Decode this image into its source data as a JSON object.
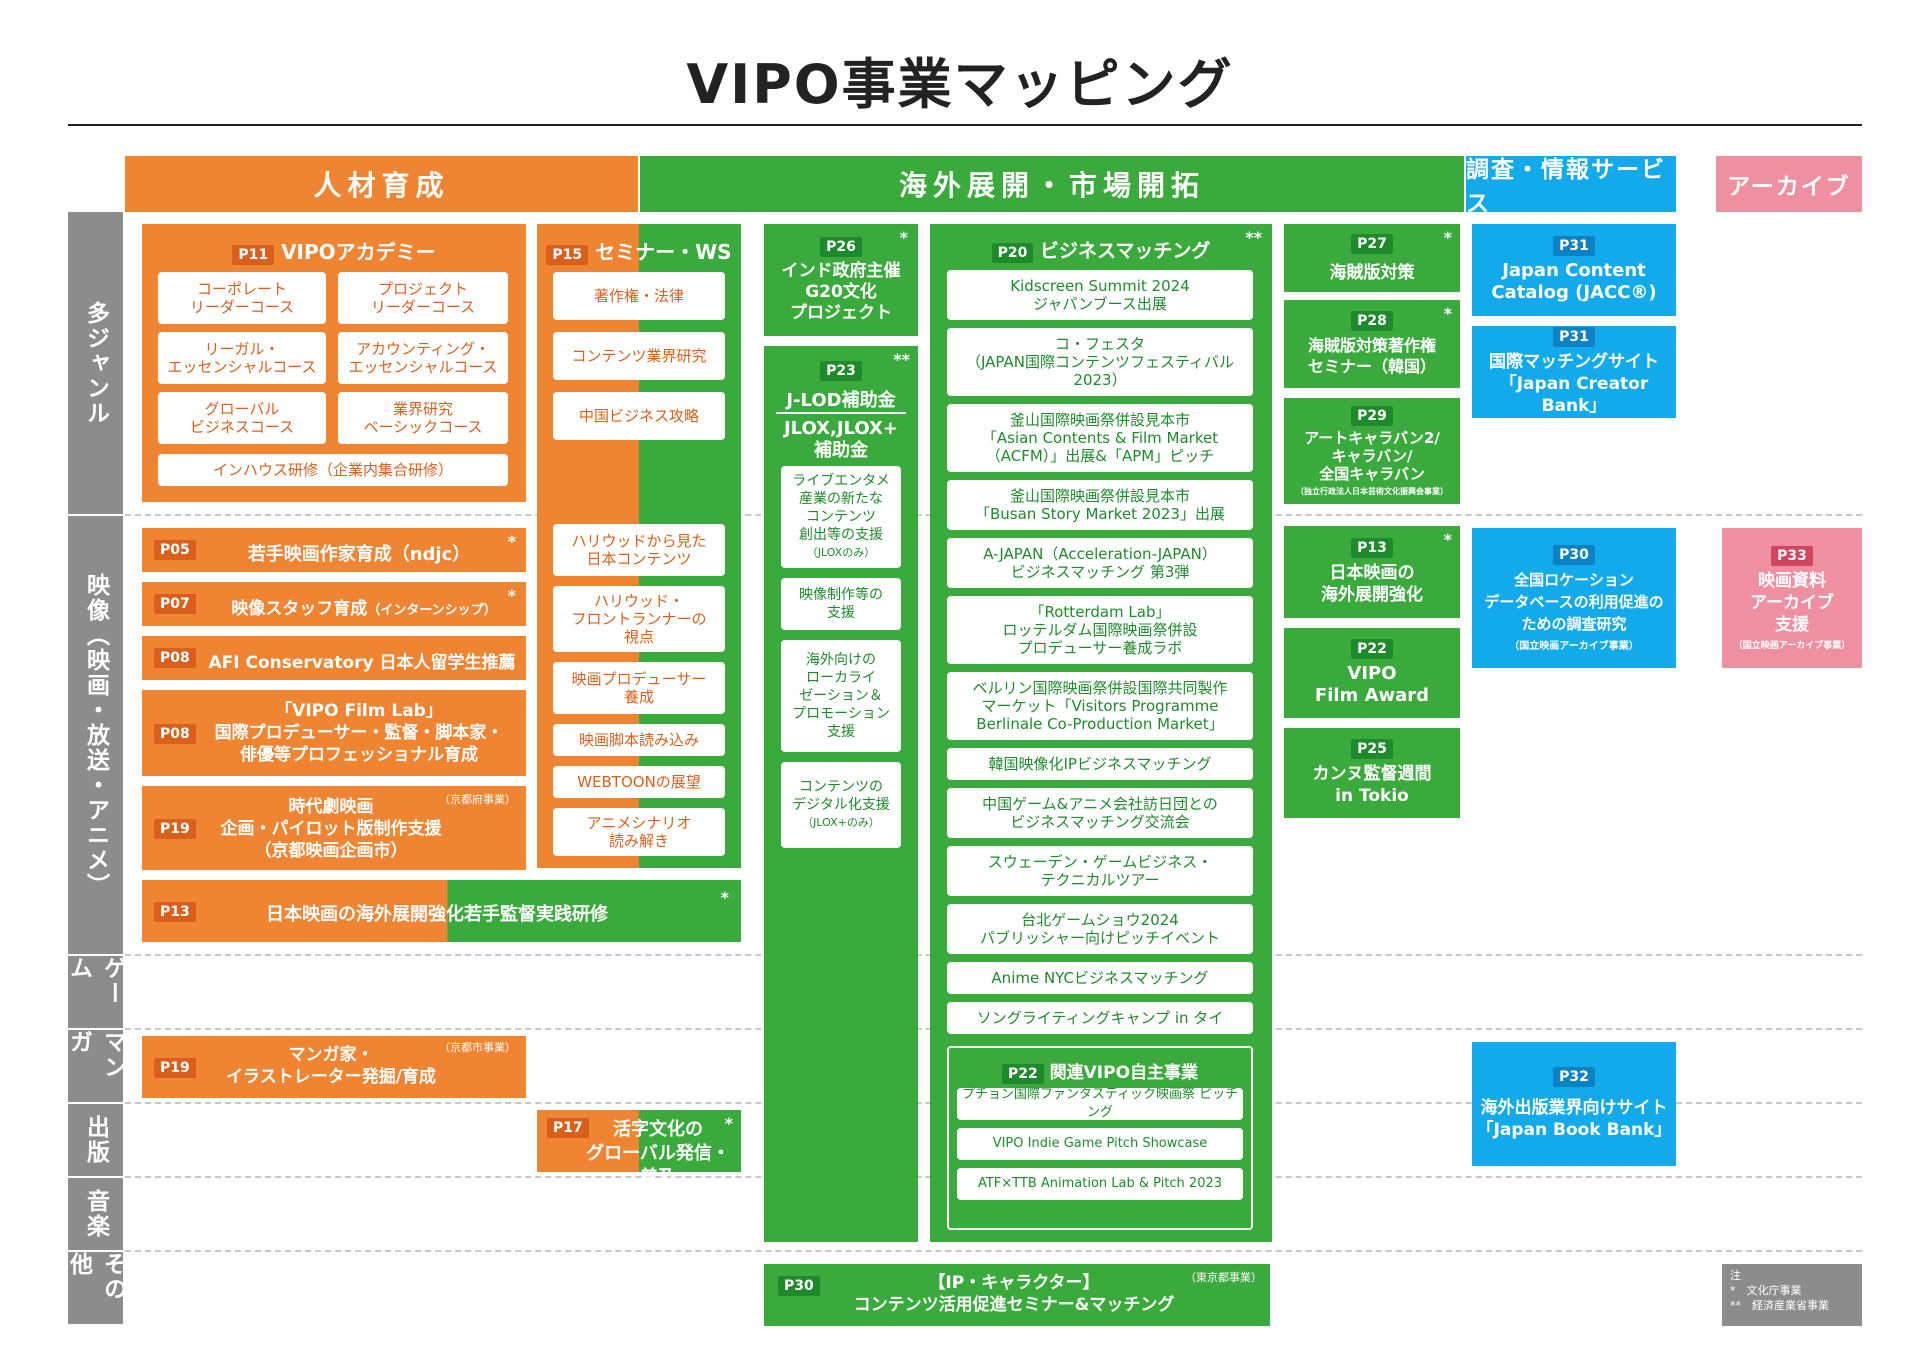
{
  "title": "VIPO事業マッピング",
  "headers": {
    "jinzai": "人材育成",
    "kaigai": "海外展開・市場開拓",
    "chosa": "調査・情報サービス",
    "archive": "アーカイブ"
  },
  "rows": {
    "multi": "多ジャンル",
    "eizo": "映像（映画・放送・アニメ）",
    "game": "ゲーム",
    "manga": "マンガ",
    "shuppan": "出版",
    "ongaku": "音楽",
    "sonota": "その他"
  },
  "academy": {
    "tag": "P11",
    "title": "VIPOアカデミー",
    "courses": [
      "コーポレート\nリーダーコース",
      "プロジェクト\nリーダーコース",
      "リーガル・\nエッセンシャルコース",
      "アカウンティング・\nエッセンシャルコース",
      "グローバル\nビジネスコース",
      "業界研究\nベーシックコース"
    ],
    "inhouse": "インハウス研修（企業内集合研修）"
  },
  "seminar": {
    "tag": "P15",
    "title": "セミナー・WS",
    "items": [
      "著作権・法律",
      "コンテンツ業界研究",
      "中国ビジネス攻略",
      "ハリウッドから見た\n日本コンテンツ",
      "ハリウッド・\nフロントランナーの\n視点",
      "映画プロデューサー\n養成",
      "映画脚本読み込み",
      "WEBTOONの展望",
      "アニメシナリオ\n読み解き"
    ]
  },
  "eizo_jinzai": [
    {
      "tag": "P05",
      "label": "若手映画作家育成（ndjc）",
      "star": "*"
    },
    {
      "tag": "P07",
      "label": "映像スタッフ育成",
      "small": "（インターンシップ）",
      "star": "*"
    },
    {
      "tag": "P08",
      "label": "AFI Conservatory 日本人留学生推薦"
    },
    {
      "tag": "P08",
      "label": "「VIPO Film Lab」\n国際プロデューサー・監督・脚本家・\n俳優等プロフェッショナル育成"
    },
    {
      "tag": "P19",
      "label": "時代劇映画\n企画・パイロット版制作支援\n（京都映画企画市）",
      "note": "（京都府事業）"
    }
  ],
  "p13_long": {
    "tag": "P13",
    "label": "日本映画の海外展開強化若手監督実践研修",
    "star": "*"
  },
  "manga_p19": {
    "tag": "P19",
    "label": "マンガ家・\nイラストレーター発掘/育成",
    "note": "（京都市事業）"
  },
  "p17": {
    "tag": "P17",
    "label": "活字文化の\nグローバル発信・普及",
    "star": "*"
  },
  "p26": {
    "tag": "P26",
    "label": "インド政府主催\nG20文化\nプロジェクト",
    "star": "*"
  },
  "p23": {
    "tag": "P23",
    "star": "**",
    "title1": "J-LOD補助金",
    "title2": "JLOX,JLOX+\n補助金",
    "items": [
      {
        "label": "ライブエンタメ\n産業の新たな\nコンテンツ\n創出等の支援",
        "small": "（JLOXのみ）"
      },
      {
        "label": "映像制作等の\n支援"
      },
      {
        "label": "海外向けの\nローカライ\nゼーション＆\nプロモーション\n支援"
      },
      {
        "label": "コンテンツの\nデジタル化支援",
        "small": "（JLOX+のみ）"
      }
    ]
  },
  "p20": {
    "tag": "P20",
    "title": "ビジネスマッチング",
    "star": "**",
    "items": [
      "Kidscreen Summit 2024\nジャパンブース出展",
      "コ・フェスタ\n（JAPAN国際コンテンツフェスティバル\n2023）",
      "釜山国際映画祭併設見本市\n「Asian Contents & Film Market\n（ACFM）」出展&「APM」ピッチ",
      "釜山国際映画祭併設見本市\n「Busan Story Market 2023」出展",
      "A-JAPAN（Acceleration-JAPAN）\nビジネスマッチング 第3弾",
      "「Rotterdam Lab」\nロッテルダム国際映画祭併設\nプロデューサー養成ラボ",
      "ベルリン国際映画祭併設国際共同製作\nマーケット「Visitors Programme\nBerlinale Co-Production Market」",
      "韓国映像化IPビジネスマッチング",
      "中国ゲーム&アニメ会社訪日団との\nビジネスマッチング交流会",
      "スウェーデン・ゲームビジネス・\nテクニカルツアー",
      "台北ゲームショウ2024\nパブリッシャー向けピッチイベント",
      "Anime NYCビジネスマッチング",
      "ソングライティングキャンプ in タイ"
    ]
  },
  "p22_self": {
    "tag": "P22",
    "title": "関連VIPO自主事業",
    "items": [
      "プチョン国際ファンタスティック映画祭 ピッチング",
      "VIPO Indie Game Pitch Showcase",
      "ATF×TTB Animation Lab & Pitch 2023"
    ]
  },
  "col4": [
    {
      "tag": "P27",
      "label": "海賊版対策",
      "star": "*"
    },
    {
      "tag": "P28",
      "label": "海賊版対策著作権\nセミナー（韓国）",
      "star": "*"
    },
    {
      "tag": "P29",
      "label": "アートキャラバン2/\nキャラバン/\n全国キャラバン",
      "sub": "（独立行政法人日本芸術文化振興会事業）"
    },
    {
      "tag": "P13",
      "label": "日本映画の\n海外展開強化",
      "star": "*"
    },
    {
      "tag": "P22",
      "label": "VIPO\nFilm Award"
    },
    {
      "tag": "P25",
      "label": "カンヌ監督週間\nin Tokio"
    }
  ],
  "chosa": [
    {
      "tag": "P31",
      "label": "Japan Content\nCatalog (JACC®)"
    },
    {
      "tag": "P31",
      "label": "国際マッチングサイト\n「Japan Creator Bank」"
    },
    {
      "tag": "P30",
      "label": "全国ロケーション\nデータベースの利用促進の\nための調査研究",
      "sub": "（国立映画アーカイブ事業）"
    },
    {
      "tag": "P32",
      "label": "海外出版業界向けサイト\n「Japan Book Bank」"
    }
  ],
  "p33": {
    "tag": "P33",
    "label": "映画資料\nアーカイブ\n支援",
    "sub": "（国立映画アーカイブ事業）"
  },
  "p30_bottom": {
    "tag": "P30",
    "label": "【IP・キャラクター】\nコンテンツ活用促進セミナー&マッチング",
    "note": "（東京都事業）"
  },
  "legend": {
    "title": "注",
    "l1": "*　文化庁事業",
    "l2": "**　経済産業省事業"
  },
  "colors": {
    "orange": "#ef8432",
    "green": "#3aaa3d",
    "blue": "#13aaec",
    "pink": "#ee8fa2",
    "gray": "#8c8c8c"
  }
}
